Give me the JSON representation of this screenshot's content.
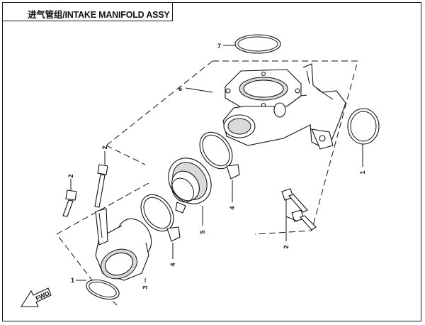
{
  "title": "进气管组/INTAKE MANIFOLD ASSY",
  "callouts": [
    {
      "id": "c7",
      "text": "7"
    },
    {
      "id": "c6",
      "text": "6"
    },
    {
      "id": "c1a",
      "text": "1"
    },
    {
      "id": "c2a",
      "text": "2"
    },
    {
      "id": "c2b",
      "text": "2"
    },
    {
      "id": "c4a",
      "text": "4"
    },
    {
      "id": "c5",
      "text": "5"
    },
    {
      "id": "c2c",
      "text": "2"
    },
    {
      "id": "c4b",
      "text": "4"
    },
    {
      "id": "c3",
      "text": "3"
    },
    {
      "id": "c1b",
      "text": "1"
    }
  ],
  "fwd_label": "FWD"
}
